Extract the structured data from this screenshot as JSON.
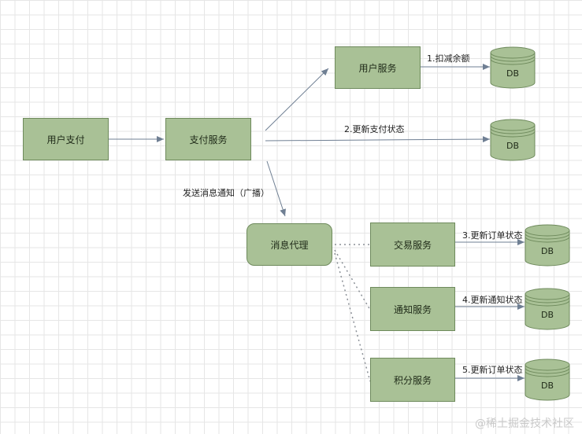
{
  "nodes": {
    "user_pay": "用户支付",
    "pay_service": "支付服务",
    "user_service": "用户服务",
    "broker": "消息代理",
    "trade_service": "交易服务",
    "notify_service": "通知服务",
    "points_service": "积分服务"
  },
  "db_label": "DB",
  "edge_labels": {
    "deduct_balance": "1.扣减余额",
    "update_pay_status": "2.更新支付状态",
    "broadcast": "发送消息通知（广播）",
    "update_order_status_trade": "3.更新订单状态",
    "update_notify_status": "4.更新通知状态",
    "update_order_status_points": "5.更新订单状态"
  },
  "watermark": "@稀土掘金技术社区",
  "colors": {
    "node_fill": "#a9c196",
    "node_border": "#6e8a5c",
    "arrow": "#6f7f93",
    "dotted": "#8a8f96"
  }
}
